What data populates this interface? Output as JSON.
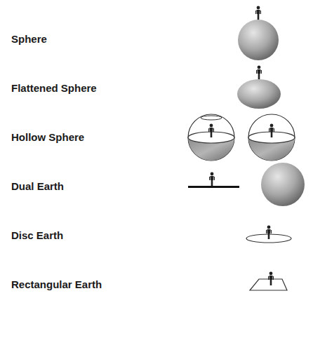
{
  "diagram": {
    "labels": [
      "Sphere",
      "Flattened Sphere",
      "Hollow Sphere",
      "Dual Earth",
      "Disc Earth",
      "Rectangular Earth"
    ]
  }
}
